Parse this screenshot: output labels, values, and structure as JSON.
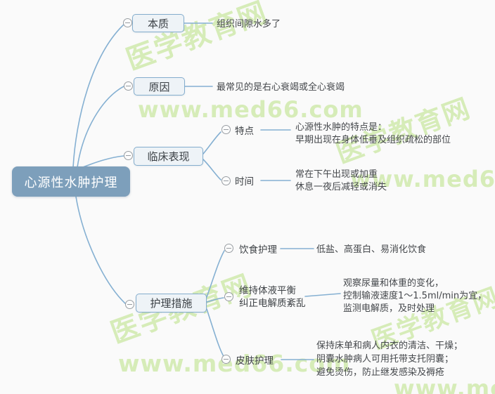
{
  "colors": {
    "background": "#fafafa",
    "connector": "#85b0d2",
    "box_border": "#84adcd",
    "box_fill": "#eef3f7",
    "root_fill": "#7d9fbb",
    "root_text": "#ffffff",
    "watermark_green": "#d6ecb8",
    "text": "#45484c"
  },
  "watermarks": {
    "site_url": "www.med66.com",
    "site_name": "医学教育网"
  },
  "mindmap": {
    "root": {
      "label": "心源性水肿护理"
    },
    "branches": [
      {
        "label": "本质",
        "note": "组织间隙水多了"
      },
      {
        "label": "原因",
        "note": "最常见的是右心衰竭或全心衰竭"
      },
      {
        "label": "临床表现",
        "children": [
          {
            "label": "特点",
            "note_lines": [
              "心源性水肿的特点是：",
              "早期出现在身体低垂及组织疏松的部位"
            ]
          },
          {
            "label": "时间",
            "note_lines": [
              "常在下午出现或加重",
              "休息一夜后减轻或消失"
            ]
          }
        ]
      },
      {
        "label": "护理措施",
        "children": [
          {
            "label": "饮食护理",
            "note_lines": [
              "低盐、高蛋白、易消化饮食"
            ]
          },
          {
            "label_lines": [
              "维持体液平衡",
              "纠正电解质紊乱"
            ],
            "note_lines": [
              "观察尿量和体重的变化，",
              "控制输液速度1～1.5ml/min为宜，",
              "监测电解质，及时处理"
            ]
          },
          {
            "label": "皮肤护理",
            "note_lines": [
              "保持床单和病人内衣的清洁、干燥；",
              "阴囊水肿病人可用托带支托阴囊；",
              "避免烫伤，防止继发感染及褥疮"
            ]
          }
        ]
      }
    ]
  }
}
